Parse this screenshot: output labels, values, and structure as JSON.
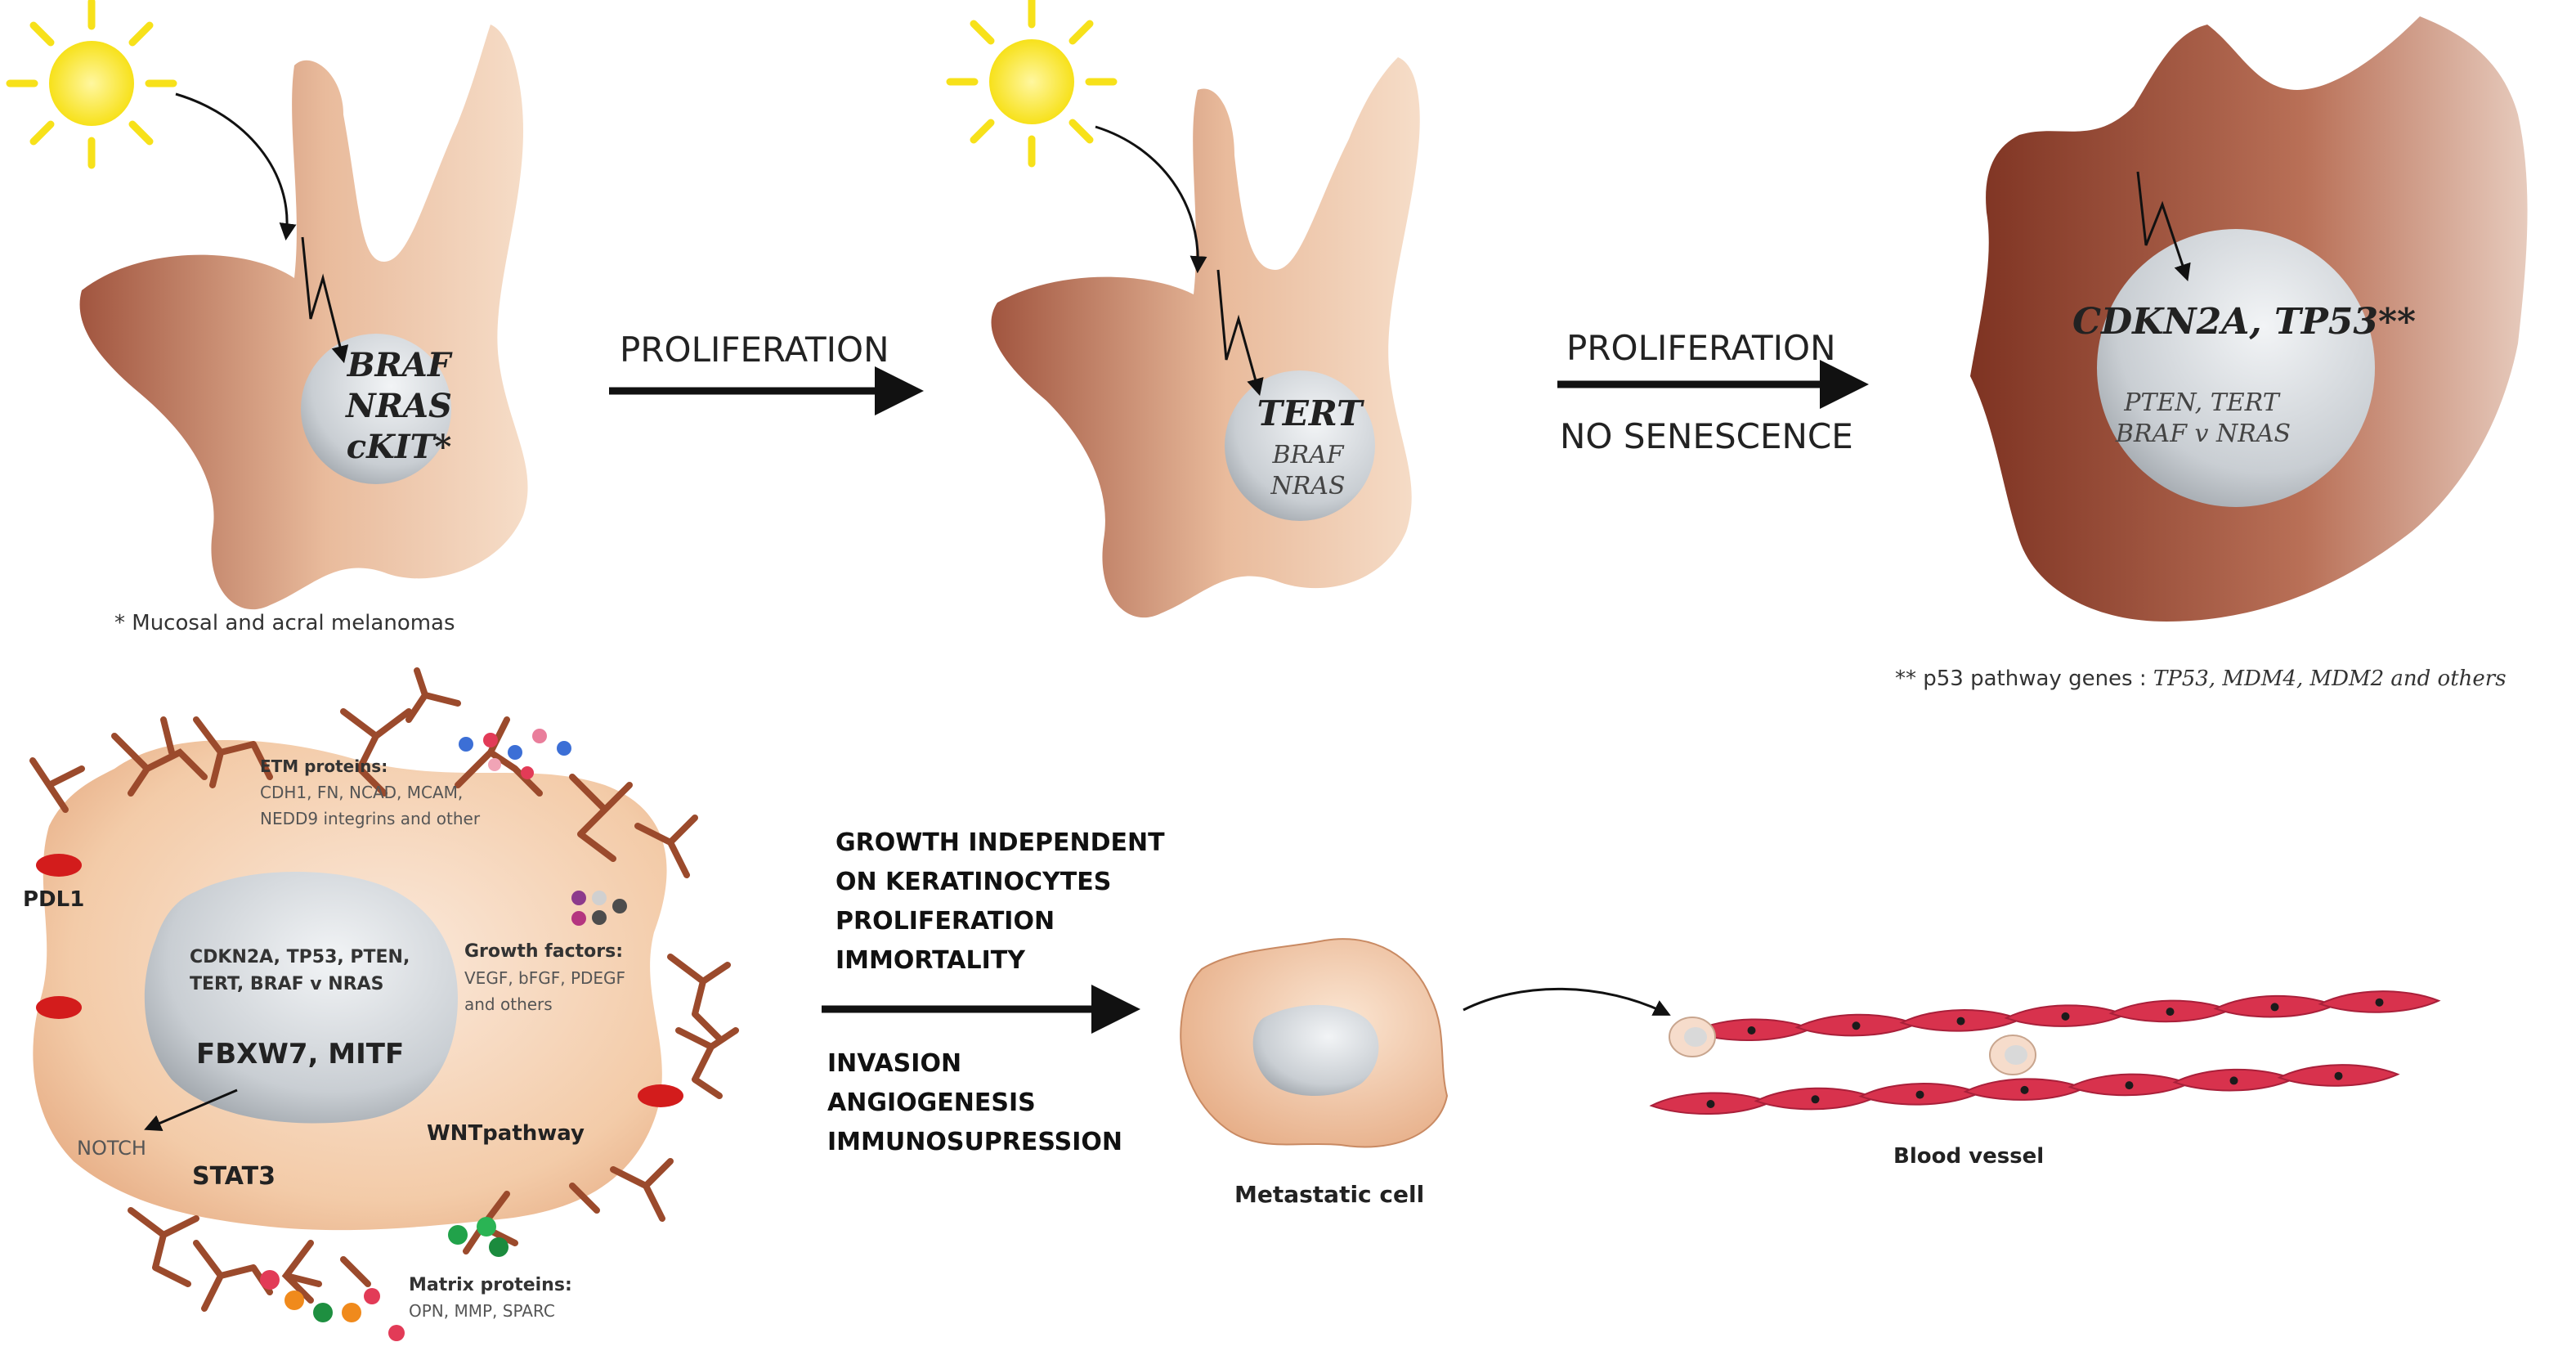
{
  "stage1": {
    "genes": [
      "BRAF",
      "NRAS",
      "cKIT*"
    ],
    "footnote": "* Mucosal and acral melanomas"
  },
  "arrow1": {
    "label": "PROLIFERATION"
  },
  "stage2": {
    "genes_main": "TERT",
    "genes_minor": [
      "BRAF",
      "NRAS"
    ]
  },
  "arrow2": {
    "label1": "PROLIFERATION",
    "label2": "NO SENESCENCE"
  },
  "stage3": {
    "genes_main": "CDKN2A, TP53**",
    "genes_minor": [
      "PTEN, TERT",
      "BRAF v NRAS"
    ],
    "footnote_prefix": "** p53 pathway genes : ",
    "footnote_genes": "TP53, MDM4, MDM2",
    "footnote_suffix": " and others"
  },
  "stage4": {
    "pdl1": "PDL1",
    "emt_title": "ETM proteins:",
    "emt_lines": [
      "CDH1, FN, NCAD, MCAM,",
      "NEDD9 integrins and other"
    ],
    "nucleus_lines": [
      "CDKN2A, TP53, PTEN,",
      "TERT, BRAF v NRAS"
    ],
    "nucleus_main": "FBXW7, MITF",
    "growth_title": "Growth factors:",
    "growth_lines": [
      "VEGF, bFGF, PDEGF",
      "and others"
    ],
    "notch": "NOTCH",
    "stat3": "STAT3",
    "wnt": "WNTpathway",
    "matrix_title": "Matrix proteins:",
    "matrix_lines": "OPN, MMP, SPARC"
  },
  "arrow3": {
    "labels_top": [
      "GROWTH INDEPENDENT",
      "ON KERATINOCYTES",
      "PROLIFERATION",
      "IMMORTALITY"
    ],
    "labels_bottom": [
      "INVASION",
      "ANGIOGENESIS",
      "IMMUNOSUPRESSION"
    ]
  },
  "metastatic_label": "Metastatic cell",
  "vessel_label": "Blood vessel",
  "colors": {
    "cell_light": "#f1c8a8",
    "cell_dark": "#9a4a36",
    "fiber": "#9b4a2c",
    "vessel": "#d8324d",
    "receptor": "#d31c1c"
  }
}
